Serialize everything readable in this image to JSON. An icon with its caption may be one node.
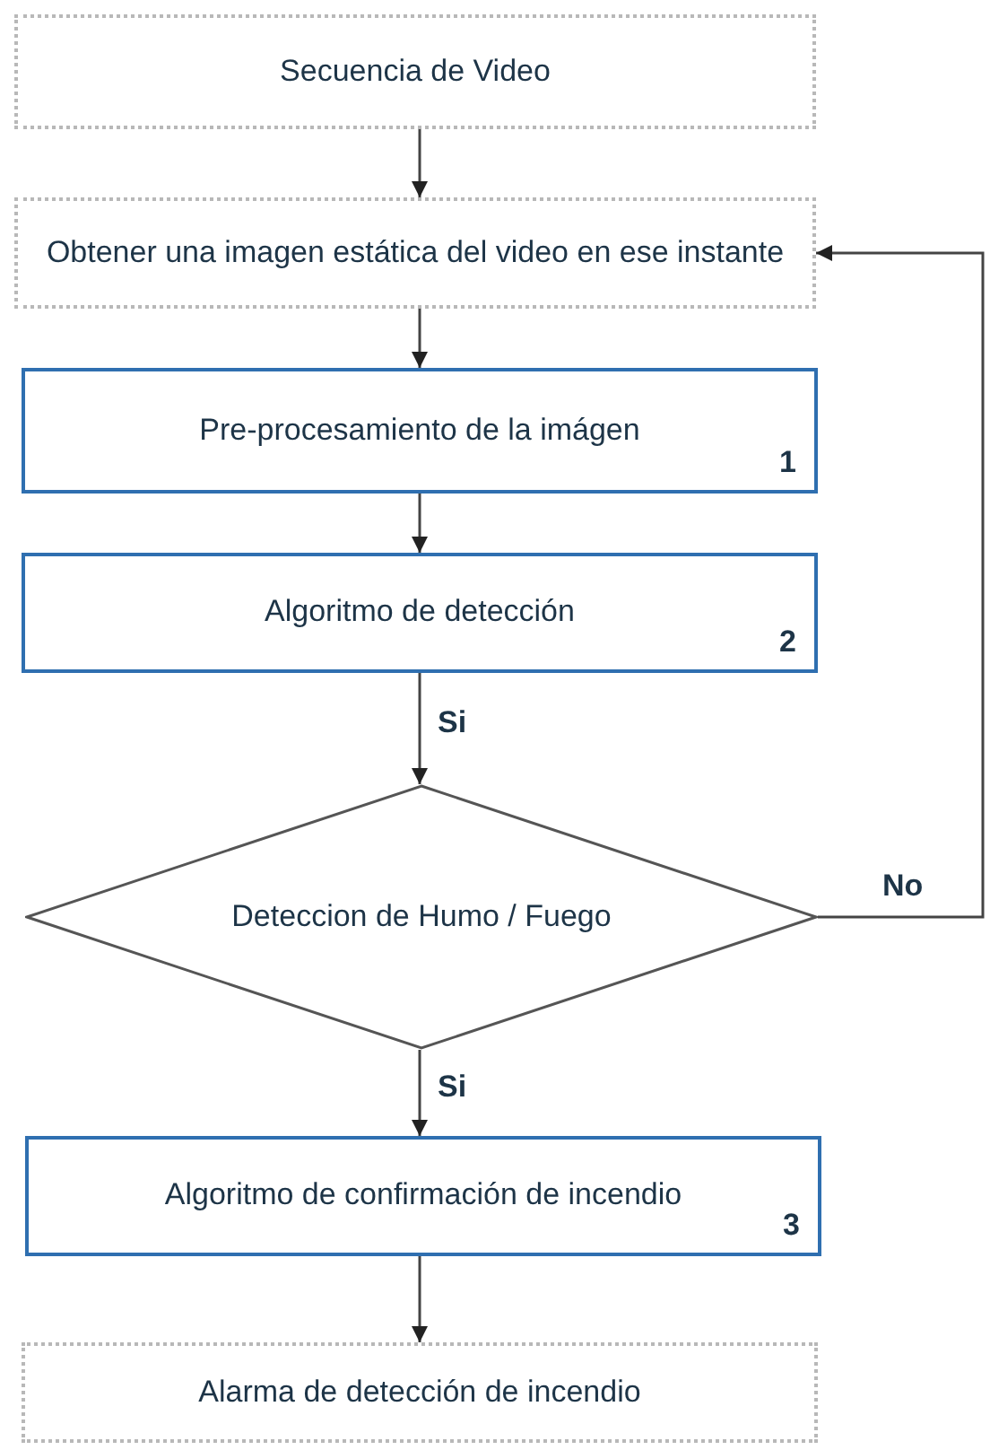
{
  "diagram": {
    "nodes": [
      {
        "text": [
          "Secuencia de Video"
        ]
      },
      {
        "text": [
          "Obtener una imagen estática del video en ese instante"
        ]
      },
      {
        "text": [
          "Pre-procesamiento de la imágen",
          "1"
        ]
      },
      {
        "text": [
          "Algoritmo de detección",
          "2"
        ]
      },
      {
        "text": [
          "Deteccion de Humo / Fuego"
        ]
      },
      {
        "text": [
          "Algoritmo de confirmación de incendio",
          "3"
        ]
      },
      {
        "text": [
          "Alarma de detección de incendio"
        ]
      }
    ],
    "edges": [
      {
        "from": 0,
        "to": 1,
        "arrow": "to"
      },
      {
        "from": 1,
        "to": 2,
        "arrow": "to"
      },
      {
        "from": 2,
        "to": 3,
        "arrow": "to"
      },
      {
        "from": 3,
        "to": 4,
        "arrow": "to",
        "label": "Si"
      },
      {
        "from": 4,
        "to": 5,
        "arrow": "to",
        "label": "Si"
      },
      {
        "from": 5,
        "to": 6,
        "arrow": "to"
      },
      {
        "from": 4,
        "to": 1,
        "arrow": "to",
        "label": "No"
      }
    ]
  }
}
